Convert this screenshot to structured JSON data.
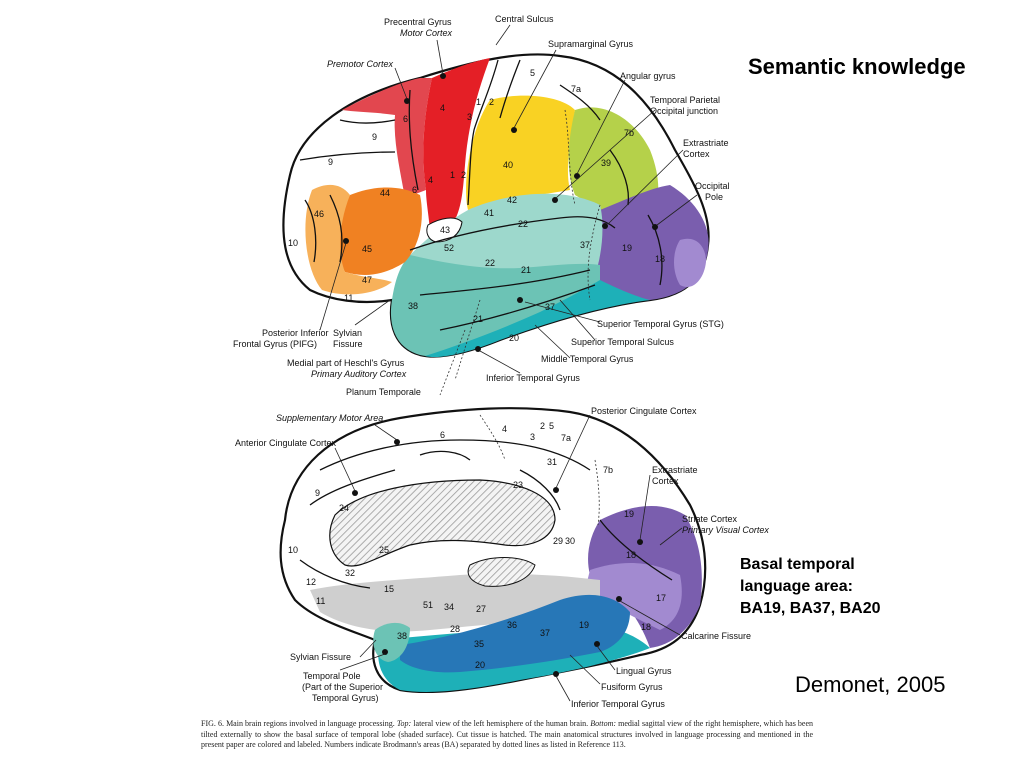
{
  "slide": {
    "title": "Semantic knowledge",
    "basal_line1": "Basal temporal",
    "basal_line2": "language area:",
    "basal_line3": "BA19, BA37, BA20",
    "citation": "Demonet, 2005"
  },
  "caption": {
    "fig_label": "FIG. 6.",
    "lead": " Main brain regions involved in language processing. ",
    "top_label": "Top:",
    "top_text": " lateral view of the left hemisphere of the human brain. ",
    "bottom_label": "Bottom:",
    "bottom_text": " medial sagittal view of the right hemisphere, which has been tilted externally to show the basal surface of temporal lobe (shaded surface). Cut tissue is hatched. The main anatomical structures involved in language processing and mentioned in the present paper are colored and labeled. Numbers indicate Brodmann's areas (BA) separated by dotted lines as listed in Reference 113."
  },
  "colors": {
    "motor": "#e41f26",
    "premotor": "#e2474f",
    "broca": "#f08122",
    "pars_orbitalis": "#f7b15a",
    "parietal": "#f9d223",
    "angular": "#b5d14a",
    "temporal": "#6cc3b5",
    "temporal_light": "#9dd8cc",
    "temporal_base": "#1eb0b8",
    "occipital": "#7a5eae",
    "occipital_light": "#a28ad0",
    "basal_blue": "#2777b7",
    "medial_gray": "#cfcfcf"
  },
  "lateral": {
    "labels": {
      "precentral": "Precentral Gyrus",
      "motor_cortex": "Motor Cortex",
      "central_sulcus": "Central Sulcus",
      "supramarginal": "Supramarginal Gyrus",
      "premotor": "Premotor Cortex",
      "angular": "Angular gyrus",
      "tpo1": "Temporal Parietal",
      "tpo2": "Occipital junction",
      "extrastriate1": "Extrastriate",
      "extrastriate2": "Cortex",
      "occipital1": "Occipital",
      "occipital2": "Pole",
      "pifg1": "Posterior Inferior",
      "pifg2": "Frontal Gyrus (PIFG)",
      "sylvian1": "Sylvian",
      "sylvian2": "Fissure",
      "heschl1": "Medial part of Heschl's Gyrus",
      "heschl2": "Primary Auditory Cortex",
      "planum": "Planum Temporale",
      "itg": "Inferior Temporal Gyrus",
      "mtg": "Middle Temporal Gyrus",
      "sts": "Superior Temporal Sulcus",
      "stg": "Superior Temporal Gyrus (STG)"
    },
    "areas": {
      "a6a": "6",
      "a4a": "4",
      "a3a": "3",
      "a1a": "1",
      "a2a": "2",
      "a5": "5",
      "a7a": "7a",
      "a9a": "9",
      "a9b": "9",
      "a6b": "6",
      "a4b": "4",
      "a1b": "1",
      "a2b": "2",
      "a40": "40",
      "a7b": "7b",
      "a39": "39",
      "a44": "44",
      "a46": "46",
      "a45": "45",
      "a10": "10",
      "a47": "47",
      "a11": "11",
      "a43": "43",
      "a52": "52",
      "a41": "41",
      "a42": "42",
      "a22a": "22",
      "a22b": "22",
      "a37a": "37",
      "a37b": "37",
      "a19": "19",
      "a18": "18",
      "a21a": "21",
      "a21b": "21",
      "a38": "38",
      "a20": "20"
    }
  },
  "medial": {
    "labels": {
      "sma": "Supplementary Motor Area",
      "acc": "Anterior Cingulate Cortex",
      "pcc": "Posterior Cingulate Cortex",
      "extrastriate1": "Extrastriate",
      "extrastriate2": "Cortex",
      "striate1": "Striate Cortex",
      "striate2": "Primary Visual Cortex",
      "calcarine": "Calcarine Fissure",
      "lingual": "Lingual Gyrus",
      "fusiform": "Fusiform Gyrus",
      "itg": "Inferior Temporal Gyrus",
      "sylvian": "Sylvian Fissure",
      "tpole1": "Temporal Pole",
      "tpole2": "(Part of the Superior",
      "tpole3": "Temporal Gyrus)"
    },
    "areas": {
      "m6": "6",
      "m4": "4",
      "m2": "2",
      "m5": "5",
      "m3": "3",
      "m7a": "7a",
      "m31": "31",
      "m23": "23",
      "m7b": "7b",
      "m9": "9",
      "m24": "24",
      "m10": "10",
      "m32": "32",
      "m25": "25",
      "m12": "12",
      "m11": "11",
      "m15": "15",
      "m29": "29",
      "m30": "30",
      "m19a": "19",
      "m18a": "18",
      "m17": "17",
      "m18b": "18",
      "m51": "51",
      "m34": "34",
      "m27": "27",
      "m28": "28",
      "m35": "35",
      "m36": "36",
      "m37": "37",
      "m19b": "19",
      "m38": "38",
      "m20": "20"
    }
  }
}
